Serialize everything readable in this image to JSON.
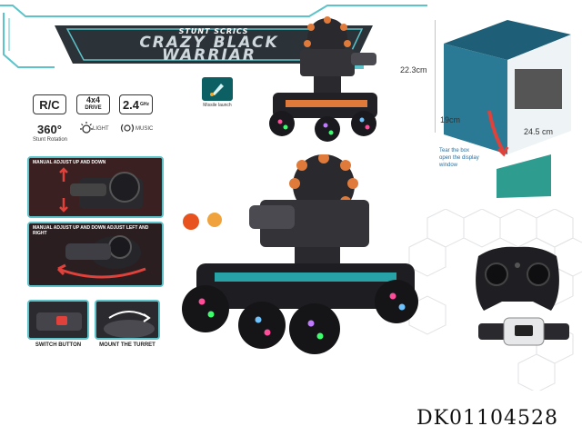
{
  "banner": {
    "subtitle": "STUNT SCRICS",
    "title_line1": "CRAZY BLACK",
    "title_line2": "WARRIAR"
  },
  "features": {
    "rc": "R/C",
    "drive_top": "4x4",
    "drive_bottom": "DRIVE",
    "freq": "2.4",
    "freq_unit": "GHz",
    "rotation": "360°",
    "rotation_label": "Stunt Rotation",
    "light": "LIGHT",
    "music": "MUSIC"
  },
  "missile_label": "Missile launch",
  "panels": {
    "up_down": "MANUAL ADJUST UP AND DOWN",
    "left_right": "MANUAL ADJUST UP AND DOWN ADJUST LEFT AND RIGHT"
  },
  "bottom_captions": {
    "switch": "SWITCH BUTTON",
    "mount": "MOUNT THE TURRET"
  },
  "box": {
    "height": "22.3cm",
    "depth": "19cm",
    "width": "24.5 cm",
    "tear_note_1": "Tear the box",
    "tear_note_2": "open the display",
    "tear_note_3": "window"
  },
  "product_code": "DK01104528",
  "colors": {
    "accent": "#5bc3c9",
    "teal_dark": "#0c5f63",
    "banner_dark": "#2c3338"
  }
}
